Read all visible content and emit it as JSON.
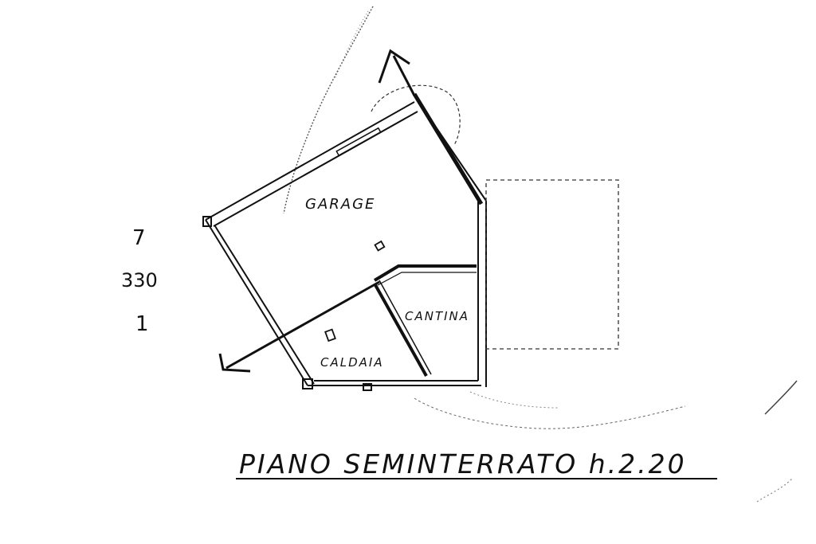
{
  "rooms": {
    "garage": "GARAGE",
    "cantina": "CANTINA",
    "caldaia": "CALDAIA"
  },
  "side_note": {
    "line1": "7",
    "line2": "330",
    "line3": "1"
  },
  "title": "PIANO SEMINTERRATO h.2.20",
  "colors": {
    "ink": "#111111",
    "paper": "#ffffff"
  }
}
